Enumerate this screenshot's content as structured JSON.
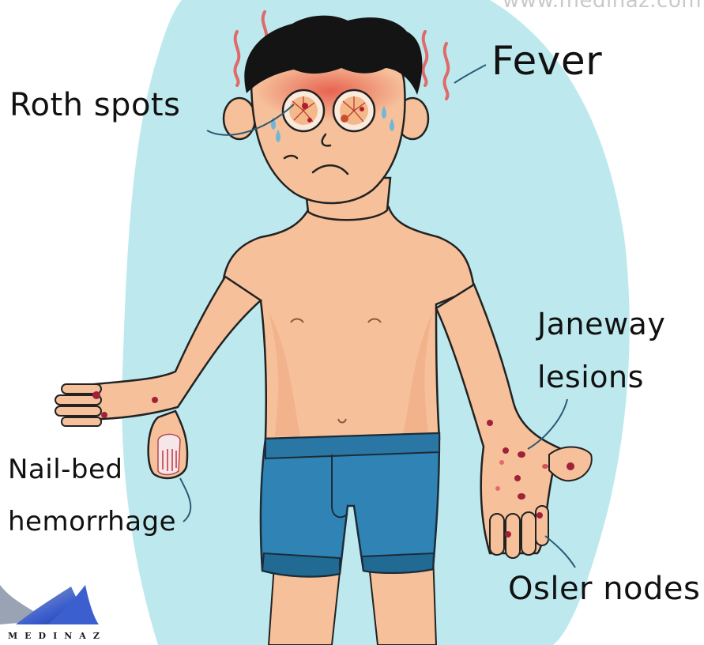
{
  "watermark": "www.medinaz.com",
  "labels": {
    "fever": "Fever",
    "roth_spots": "Roth spots",
    "janeway_line1": "Janeway",
    "janeway_line2": "lesions",
    "nailbed_line1": "Nail-bed",
    "nailbed_line2": "hemorrhage",
    "osler_nodes": "Osler nodes"
  },
  "logo": {
    "text": "MEDINAZ"
  },
  "colors": {
    "background_blob": "#bde9ee",
    "skin": "#f6c09a",
    "skin_shadow": "#ec9870",
    "hair": "#141414",
    "shorts": "#2f84b5",
    "shorts_dark": "#216a94",
    "lesion": "#a0223a",
    "leader_line": "#2b5a73",
    "heat_wave": "#e06a6a",
    "sweat": "#6fb6d8"
  }
}
